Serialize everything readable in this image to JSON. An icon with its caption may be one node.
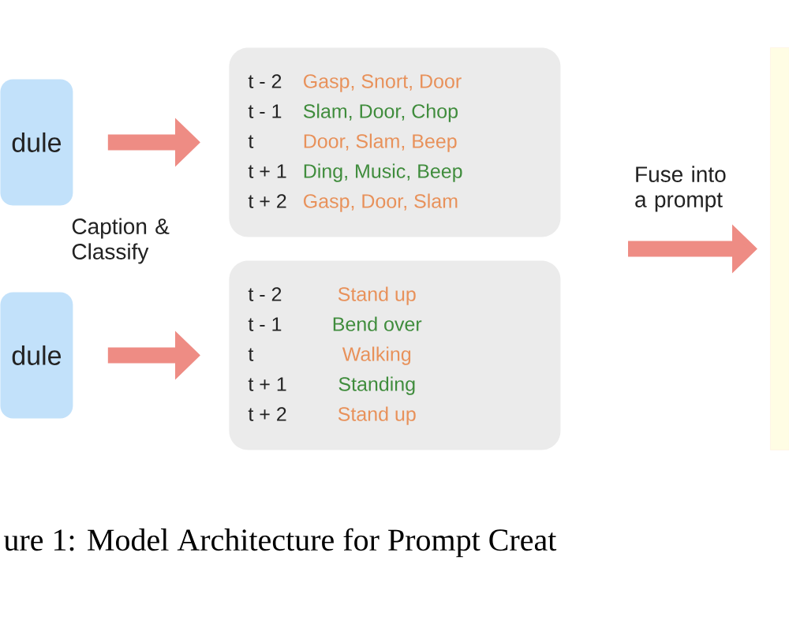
{
  "diagram": {
    "caption": "ure 1: Model Architecture for Prompt Creat",
    "nodes": [
      {
        "text": [
          "dule"
        ]
      },
      {
        "text": [
          "dule"
        ]
      },
      {
        "text": [
          "t - 2",
          "Gasp, Snort, Door",
          "t - 1",
          "Slam, Door, Chop",
          "t",
          "Door, Slam, Beep",
          "t + 1",
          "Ding, Music, Beep",
          "t + 2",
          "Gasp, Door, Slam"
        ]
      },
      {
        "text": [
          "t - 2",
          "Stand up",
          "t - 1",
          "Bend over",
          "t",
          "Walking",
          "t + 1",
          "Standing",
          "t + 2",
          "Stand up"
        ]
      },
      {
        "text": [],
        "shape": "box"
      }
    ],
    "edges": [
      {
        "from": 0,
        "to": 2,
        "arrow": "to"
      },
      {
        "from": 1,
        "to": 3,
        "arrow": "to"
      },
      {
        "from": null,
        "to": 4,
        "arrow": "to",
        "label": "Fuse into a prompt"
      }
    ],
    "labels": [
      "Caption & Classify"
    ]
  }
}
